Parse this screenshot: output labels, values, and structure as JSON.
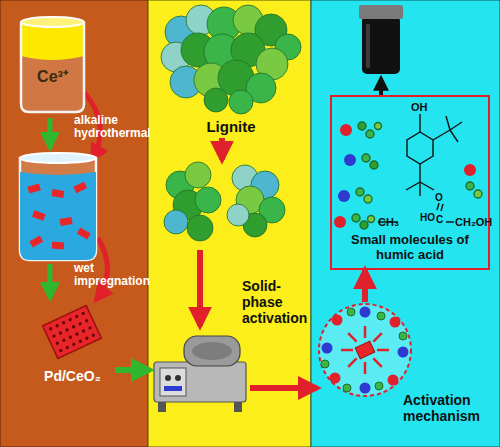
{
  "diagram": {
    "nodes": [
      {
        "text": [
          "Ce³⁺"
        ]
      },
      {
        "text": [
          "Pd/CeO₂"
        ]
      },
      {
        "text": [
          "Lignite"
        ]
      },
      {
        "text": [
          "Solid-phase activation"
        ]
      },
      {
        "text": [
          "Activation mechanism"
        ]
      },
      {
        "text": [
          "Small molecules of humic acid"
        ]
      }
    ],
    "edges": [
      {
        "from": 1,
        "to": 3,
        "arrow": "to"
      },
      {
        "from": 3,
        "to": 4,
        "arrow": "to"
      },
      {
        "from": 4,
        "to": 5,
        "arrow": "to"
      }
    ],
    "labels": [
      "alkaline hydrothermal",
      "wet impregnation",
      "OH",
      "CH₃",
      "HO",
      "C",
      "O",
      "CH₂OH"
    ]
  }
}
